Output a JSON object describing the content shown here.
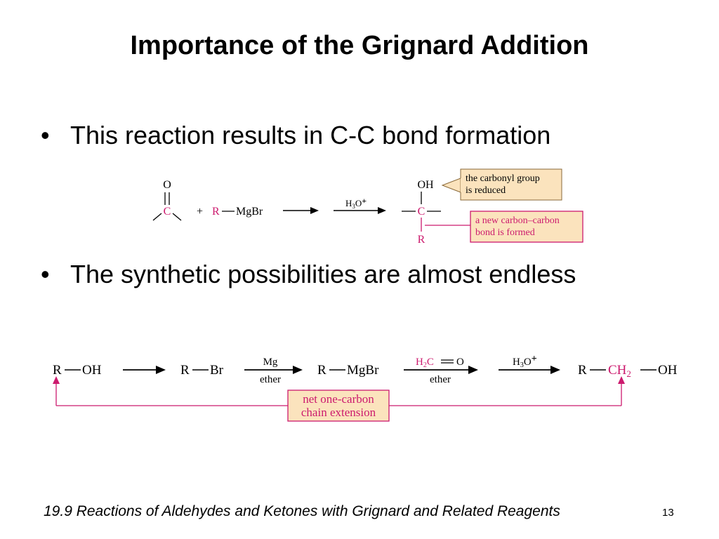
{
  "slide": {
    "title": "Importance of the Grignard Addition",
    "bullets": [
      "This reaction results in C-C bond formation",
      "The synthetic possibilities are almost endless"
    ],
    "bullet_marker": "•",
    "footer": "19.9 Reactions of Aldehydes and Ketones with Grignard and Related Reagents",
    "page_number": "13"
  },
  "reaction1": {
    "callout_reduced": [
      "the carbonyl group",
      "is reduced"
    ],
    "callout_new_bond": [
      "a new carbon–carbon",
      "bond is formed"
    ]
  },
  "reaction2": {
    "callout_extension": [
      "net one-carbon",
      "chain extension"
    ]
  },
  "colors": {
    "accent": "#cc1a6e",
    "callout_fill": "#fbe3bd",
    "callout_border": "#8a6a3a"
  }
}
